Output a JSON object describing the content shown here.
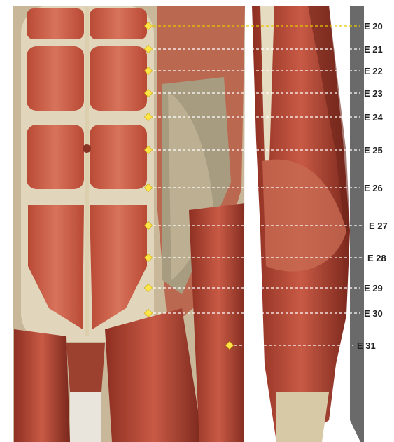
{
  "points": [
    {
      "label": "E 20"
    },
    {
      "label": "E 21"
    },
    {
      "label": "E 22"
    },
    {
      "label": "E 23"
    },
    {
      "label": "E 24"
    },
    {
      "label": "E 25"
    },
    {
      "label": "E 26"
    },
    {
      "label": "E 27"
    },
    {
      "label": "E 28"
    },
    {
      "label": "E 29"
    },
    {
      "label": "E 30"
    },
    {
      "label": "E 31"
    }
  ],
  "colors": {
    "marker": "#ffe44a",
    "first_leader": "#e8c600",
    "leader": "#ffffff",
    "muscle": "#c85a45",
    "tendon": "#d9cdb0"
  }
}
